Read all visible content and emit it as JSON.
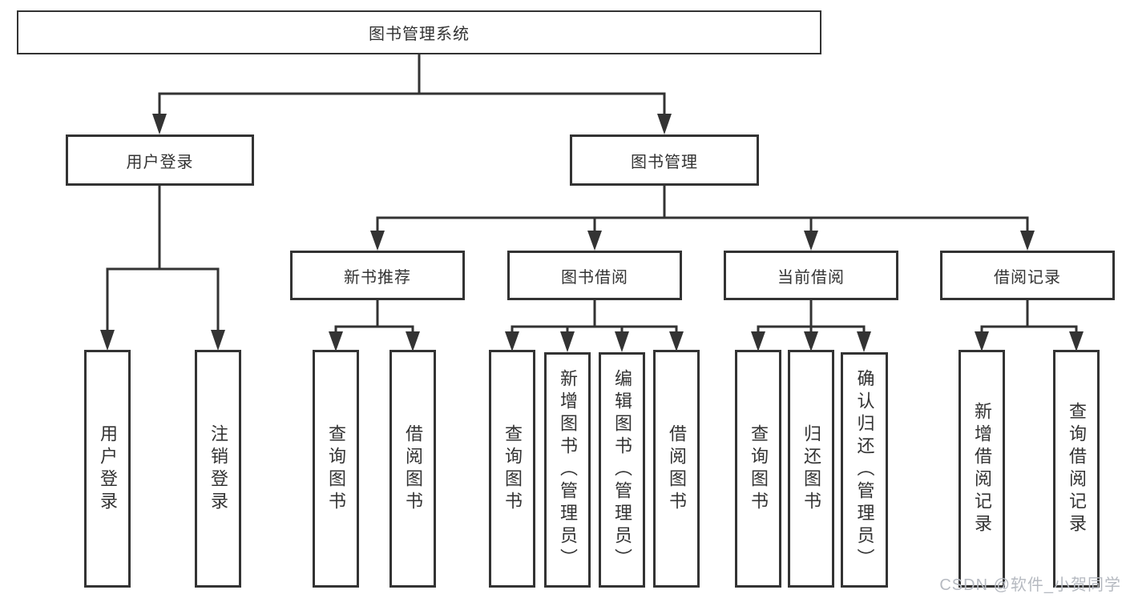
{
  "colors": {
    "line": "#333333",
    "text": "#333333",
    "box_background": "#ffffff",
    "page_background": "#ffffff",
    "watermark": "#b6bac1"
  },
  "watermark": "CSDN @软件_小贺同学",
  "tree": {
    "root": {
      "label": "图书管理系统",
      "children": [
        {
          "label": "用户登录",
          "children": [
            {
              "label": "用户登录"
            },
            {
              "label": "注销登录"
            }
          ]
        },
        {
          "label": "图书管理",
          "children": [
            {
              "label": "新书推荐",
              "children": [
                {
                  "label": "查询图书"
                },
                {
                  "label": "借阅图书"
                }
              ]
            },
            {
              "label": "图书借阅",
              "children": [
                {
                  "label": "查询图书"
                },
                {
                  "label": "新增图书（管理员）"
                },
                {
                  "label": "编辑图书（管理员）"
                },
                {
                  "label": "借阅图书"
                }
              ]
            },
            {
              "label": "当前借阅",
              "children": [
                {
                  "label": "查询图书"
                },
                {
                  "label": "归还图书"
                },
                {
                  "label": "确认归还（管理员）"
                }
              ]
            },
            {
              "label": "借阅记录",
              "children": [
                {
                  "label": "新增借阅记录"
                },
                {
                  "label": "查询借阅记录"
                }
              ]
            }
          ]
        }
      ]
    }
  }
}
